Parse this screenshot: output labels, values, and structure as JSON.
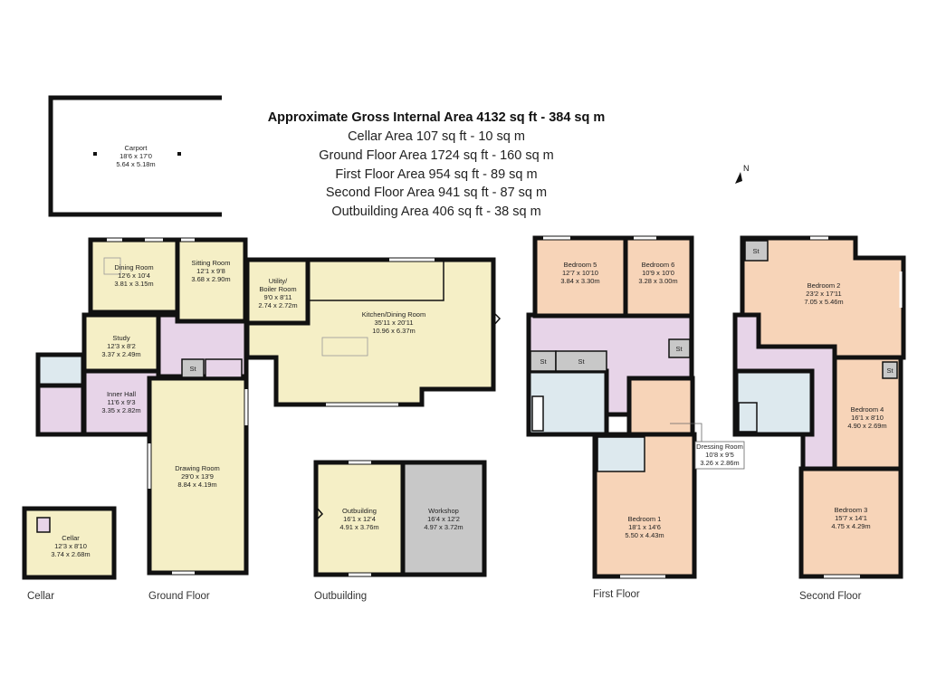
{
  "areas": {
    "gross": "Approximate Gross Internal Area 4132 sq ft - 384 sq m",
    "cellar": "Cellar Area 107 sq ft - 10 sq m",
    "ground": "Ground Floor Area 1724 sq ft - 160 sq m",
    "first": "First Floor Area 954 sq ft - 89 sq m",
    "second": "Second Floor Area 941 sq ft - 87 sq m",
    "outbuilding": "Outbuilding Area 406 sq ft - 38 sq m"
  },
  "compass": {
    "label": "N"
  },
  "floor_labels": {
    "cellar": "Cellar",
    "ground": "Ground Floor",
    "outbuilding": "Outbuilding",
    "first": "First Floor",
    "second": "Second Floor"
  },
  "storage_label": "St",
  "rooms": {
    "carport": {
      "name": "Carport",
      "imperial": "18'6 x 17'0",
      "metric": "5.64 x 5.18m"
    },
    "dining_room": {
      "name": "Dining Room",
      "imperial": "12'6 x 10'4",
      "metric": "3.81 x 3.15m"
    },
    "sitting_room": {
      "name": "Sitting Room",
      "imperial": "12'1 x 9'8",
      "metric": "3.68 x 2.90m"
    },
    "utility": {
      "name": "Utility/",
      "name2": "Boiler Room",
      "imperial": "9'0 x 8'11",
      "metric": "2.74 x 2.72m"
    },
    "kitchen": {
      "name": "Kitchen/Dining Room",
      "imperial": "35'11 x 20'11",
      "metric": "10.96 x 6.37m"
    },
    "study": {
      "name": "Study",
      "imperial": "12'3 x 8'2",
      "metric": "3.37 x 2.49m"
    },
    "inner_hall": {
      "name": "Inner Hall",
      "imperial": "11'6 x 9'3",
      "metric": "3.35 x 2.82m"
    },
    "drawing_room": {
      "name": "Drawing Room",
      "imperial": "29'0 x 13'9",
      "metric": "8.84 x 4.19m"
    },
    "cellar": {
      "name": "Cellar",
      "imperial": "12'3 x 8'10",
      "metric": "3.74 x 2.68m"
    },
    "outbuilding": {
      "name": "Outbuilding",
      "imperial": "16'1 x 12'4",
      "metric": "4.91 x 3.76m"
    },
    "workshop": {
      "name": "Workshop",
      "imperial": "16'4 x 12'2",
      "metric": "4.97 x 3.72m"
    },
    "bedroom_5": {
      "name": "Bedroom 5",
      "imperial": "12'7 x 10'10",
      "metric": "3.84 x 3.30m"
    },
    "bedroom_6": {
      "name": "Bedroom 6",
      "imperial": "10'9 x 10'0",
      "metric": "3.28 x 3.00m"
    },
    "bedroom_1": {
      "name": "Bedroom 1",
      "imperial": "18'1 x 14'6",
      "metric": "5.50 x 4.43m"
    },
    "dressing_room": {
      "name": "Dressing Room",
      "imperial": "10'8 x 9'5",
      "metric": "3.26 x 2.86m"
    },
    "bedroom_2": {
      "name": "Bedroom 2",
      "imperial": "23'2 x 17'11",
      "metric": "7.05 x 5.46m"
    },
    "bedroom_4": {
      "name": "Bedroom 4",
      "imperial": "16'1 x 8'10",
      "metric": "4.90 x 2.69m"
    },
    "bedroom_3": {
      "name": "Bedroom 3",
      "imperial": "15'7 x 14'1",
      "metric": "4.75 x 4.29m"
    }
  },
  "colors": {
    "living": "#f5efc6",
    "circulation": "#e7d4e8",
    "bedroom": "#f7d4b8",
    "wet": "#dde9ee",
    "storage": "#c8c8c8",
    "wall": "#111111"
  }
}
